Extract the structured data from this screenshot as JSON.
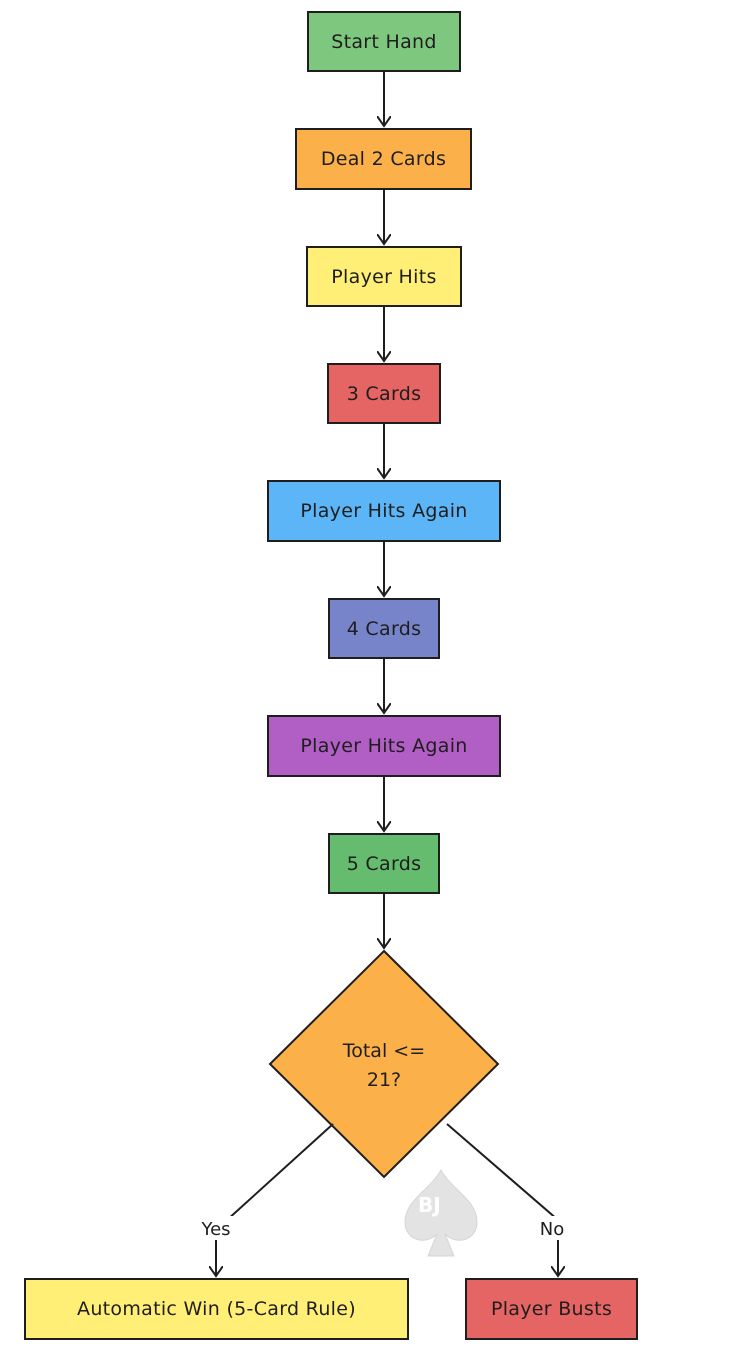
{
  "nodes": [
    {
      "id": "start",
      "label": "Start Hand",
      "color": "#7ec77e"
    },
    {
      "id": "deal",
      "label": "Deal 2 Cards",
      "color": "#fbb04a"
    },
    {
      "id": "hit1",
      "label": "Player Hits",
      "color": "#ffef76"
    },
    {
      "id": "cards3",
      "label": "3 Cards",
      "color": "#e56464"
    },
    {
      "id": "hit2",
      "label": "Player Hits Again",
      "color": "#5cb5f7"
    },
    {
      "id": "cards4",
      "label": "4 Cards",
      "color": "#7884c9"
    },
    {
      "id": "hit3",
      "label": "Player Hits Again",
      "color": "#b15ec5"
    },
    {
      "id": "cards5",
      "label": "5 Cards",
      "color": "#65bc6e"
    },
    {
      "id": "decision",
      "label_line1": "Total <=",
      "label_line2": "21?",
      "color": "#fbb04a"
    },
    {
      "id": "win",
      "label": "Automatic Win (5-Card Rule)",
      "color": "#ffef76"
    },
    {
      "id": "bust",
      "label": "Player Busts",
      "color": "#e56464"
    }
  ],
  "edges": {
    "yes_label": "Yes",
    "no_label": "No"
  },
  "watermark": {
    "text": "BJ",
    "icon": "spade-icon",
    "color": "#e0e0e0"
  }
}
